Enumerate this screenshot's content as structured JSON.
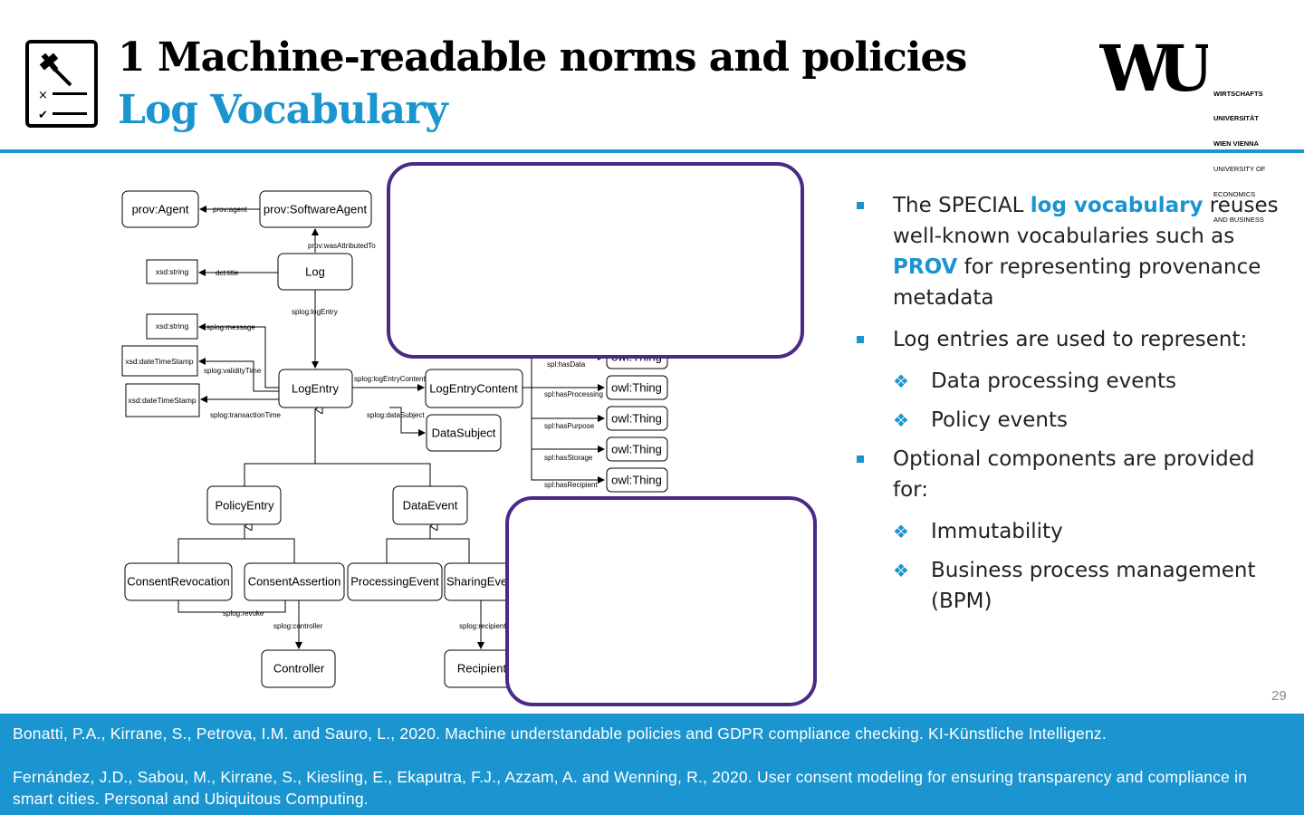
{
  "header": {
    "title": "1 Machine-readable norms and policies",
    "subtitle": "Log Vocabulary",
    "logo": {
      "letters": "WU",
      "text_lines": [
        "WIRTSCHAFTS",
        "UNIVERSITÄT",
        "WIEN VIENNA",
        "UNIVERSITY OF",
        "ECONOMICS",
        "AND BUSINESS"
      ]
    },
    "icon": "checklist-gavel-icon"
  },
  "diagram": {
    "nodes": {
      "prov_agent": "prov:Agent",
      "prov_software_agent": "prov:SoftwareAgent",
      "log": "Log",
      "xsd_string_1": "xsd:string",
      "xsd_string_2": "xsd:string",
      "xsd_datetimestamp_1": "xsd:dateTimeStamp",
      "xsd_datetimestamp_2": "xsd:dateTimeStamp",
      "log_entry": "LogEntry",
      "log_entry_content": "LogEntryContent",
      "data_subject": "DataSubject",
      "owl_thing_1": "owl:Thing",
      "owl_thing_2": "owl:Thing",
      "owl_thing_3": "owl:Thing",
      "owl_thing_4": "owl:Thing",
      "owl_thing_5": "owl:Thing",
      "policy_entry": "PolicyEntry",
      "data_event": "DataEvent",
      "consent_revocation": "ConsentRevocation",
      "consent_assertion": "ConsentAssertion",
      "processing_event": "ProcessingEvent",
      "sharing_event": "SharingEvent",
      "controller": "Controller",
      "recipient": "Recipient"
    },
    "edges": {
      "prov_agent": "prov:agent",
      "prov_was_attributed_to": "prov:wasAttributedTo",
      "dct_title": "dct:title",
      "splog_log_entry": "splog:logEntry",
      "splog_message": "splog:message",
      "splog_validity_time": "splog:validityTime",
      "splog_transaction_time": "splog:transactionTime",
      "splog_log_entry_content": "splog:logEntryContent",
      "splog_data_subject": "splog:dataSubject",
      "spl_has_data": "spl:hasData",
      "spl_has_processing": "spl:hasProcessing",
      "spl_has_purpose": "spl:hasPurpose",
      "spl_has_storage": "spl:hasStorage",
      "spl_has_recipient": "spl:hasRecipient",
      "splog_revoke": "splog:revoke",
      "splog_controller": "splog:controller",
      "splog_recipient": "splog:recipient"
    }
  },
  "bullets": {
    "b1": {
      "pre": "The SPECIAL ",
      "hl1": "log vocabulary",
      "mid": " reuses well-known vocabularies such as ",
      "hl2": "PROV",
      "post": " for representing provenance metadata"
    },
    "b2": "Log entries are used to represent:",
    "b2_sub": [
      "Data processing events",
      "Policy events"
    ],
    "b3": "Optional components are provided for:",
    "b3_sub": [
      "Immutability",
      "Business process management (BPM)"
    ]
  },
  "page_number": "29",
  "footer": {
    "ref1": "Bonatti, P.A., Kirrane, S., Petrova, I.M. and Sauro, L., 2020. Machine understandable policies and GDPR compliance checking. KI-Künstliche Intelligenz.",
    "ref2": "Fernández, J.D., Sabou, M., Kirrane, S., Kiesling, E., Ekaputra, F.J., Azzam, A. and Wenning, R., 2020. User consent modeling for ensuring transparency and compliance in smart cities. Personal and Ubiquitous Computing."
  },
  "colors": {
    "accent": "#1b95cf",
    "overlay": "#4a2a86"
  }
}
